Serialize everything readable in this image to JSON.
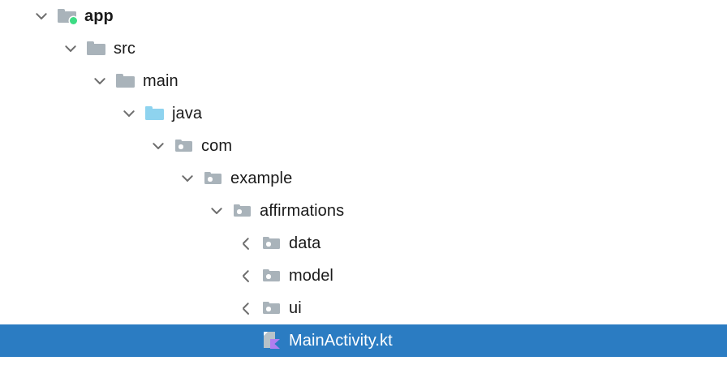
{
  "theme": {
    "background": "#ffffff",
    "selection_background": "#2b7cc2",
    "selection_text": "#ffffff",
    "text": "#1a1a1a",
    "folder_grey": "#a9b3ba",
    "source_root_blue": "#8ed3ef",
    "module_badge_green": "#3ddc84",
    "kotlin_purple": "#b07ef0",
    "chevron_grey": "#6e6e6e"
  },
  "tree": {
    "name": "project-file-tree",
    "rows": [
      {
        "label": "app",
        "depth": 0,
        "icon": "module-folder-icon",
        "twisty": "chevron-down-icon",
        "expanded": true,
        "bold": true,
        "selected": false
      },
      {
        "label": "src",
        "depth": 1,
        "icon": "folder-icon",
        "twisty": "chevron-down-icon",
        "expanded": true,
        "bold": false,
        "selected": false
      },
      {
        "label": "main",
        "depth": 2,
        "icon": "folder-icon",
        "twisty": "chevron-down-icon",
        "expanded": true,
        "bold": false,
        "selected": false
      },
      {
        "label": "java",
        "depth": 3,
        "icon": "source-root-folder-icon",
        "twisty": "chevron-down-icon",
        "expanded": true,
        "bold": false,
        "selected": false
      },
      {
        "label": "com",
        "depth": 4,
        "icon": "package-icon",
        "twisty": "chevron-down-icon",
        "expanded": true,
        "bold": false,
        "selected": false
      },
      {
        "label": "example",
        "depth": 5,
        "icon": "package-icon",
        "twisty": "chevron-down-icon",
        "expanded": true,
        "bold": false,
        "selected": false
      },
      {
        "label": "affirmations",
        "depth": 6,
        "icon": "package-icon",
        "twisty": "chevron-down-icon",
        "expanded": true,
        "bold": false,
        "selected": false
      },
      {
        "label": "data",
        "depth": 7,
        "icon": "package-icon",
        "twisty": "chevron-right-icon",
        "expanded": false,
        "bold": false,
        "selected": false
      },
      {
        "label": "model",
        "depth": 7,
        "icon": "package-icon",
        "twisty": "chevron-right-icon",
        "expanded": false,
        "bold": false,
        "selected": false
      },
      {
        "label": "ui",
        "depth": 7,
        "icon": "package-icon",
        "twisty": "chevron-right-icon",
        "expanded": false,
        "bold": false,
        "selected": false
      },
      {
        "label": "MainActivity.kt",
        "depth": 7,
        "icon": "kotlin-file-icon",
        "twisty": "none",
        "expanded": false,
        "bold": false,
        "selected": true
      }
    ]
  }
}
